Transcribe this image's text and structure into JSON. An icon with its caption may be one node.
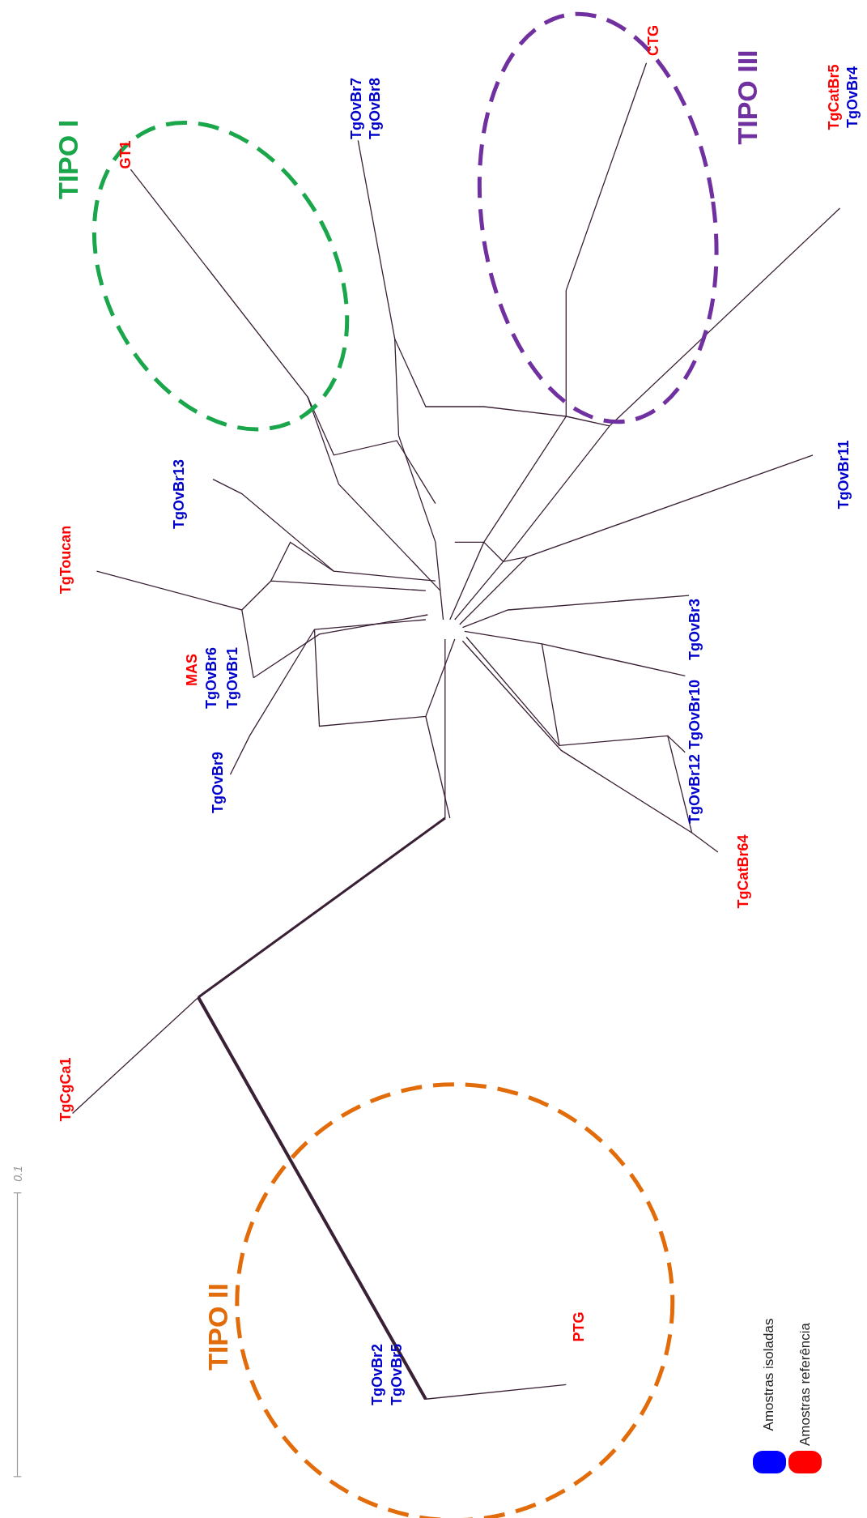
{
  "diagram": {
    "nodes": [
      {
        "text": [
          "TIPO I"
        ]
      },
      {
        "text": [
          "TIPO III"
        ]
      },
      {
        "text": [
          "TIPO II"
        ]
      }
    ],
    "labels": [
      "CTG",
      "TgOvBr7",
      "TgOvBr8",
      "TgCatBr5",
      "TgOvBr4",
      "GT1",
      "TgOvBr11",
      "TgOvBr13",
      "TgToucan",
      "TgOvBr3",
      "MAS",
      "TgOvBr6",
      "TgOvBr1",
      "TgOvBr10",
      "TgOvBr12",
      "TgOvBr9",
      "TgCatBr64",
      "TgCgCa1",
      "0.1",
      "TgOvBr2",
      "TgOvBr5",
      "PTG"
    ],
    "legend": [
      {
        "text": "Amostras isoladas",
        "color": "#0000ff"
      },
      {
        "text": "Amostras referência",
        "color": "#ff0000"
      }
    ]
  }
}
